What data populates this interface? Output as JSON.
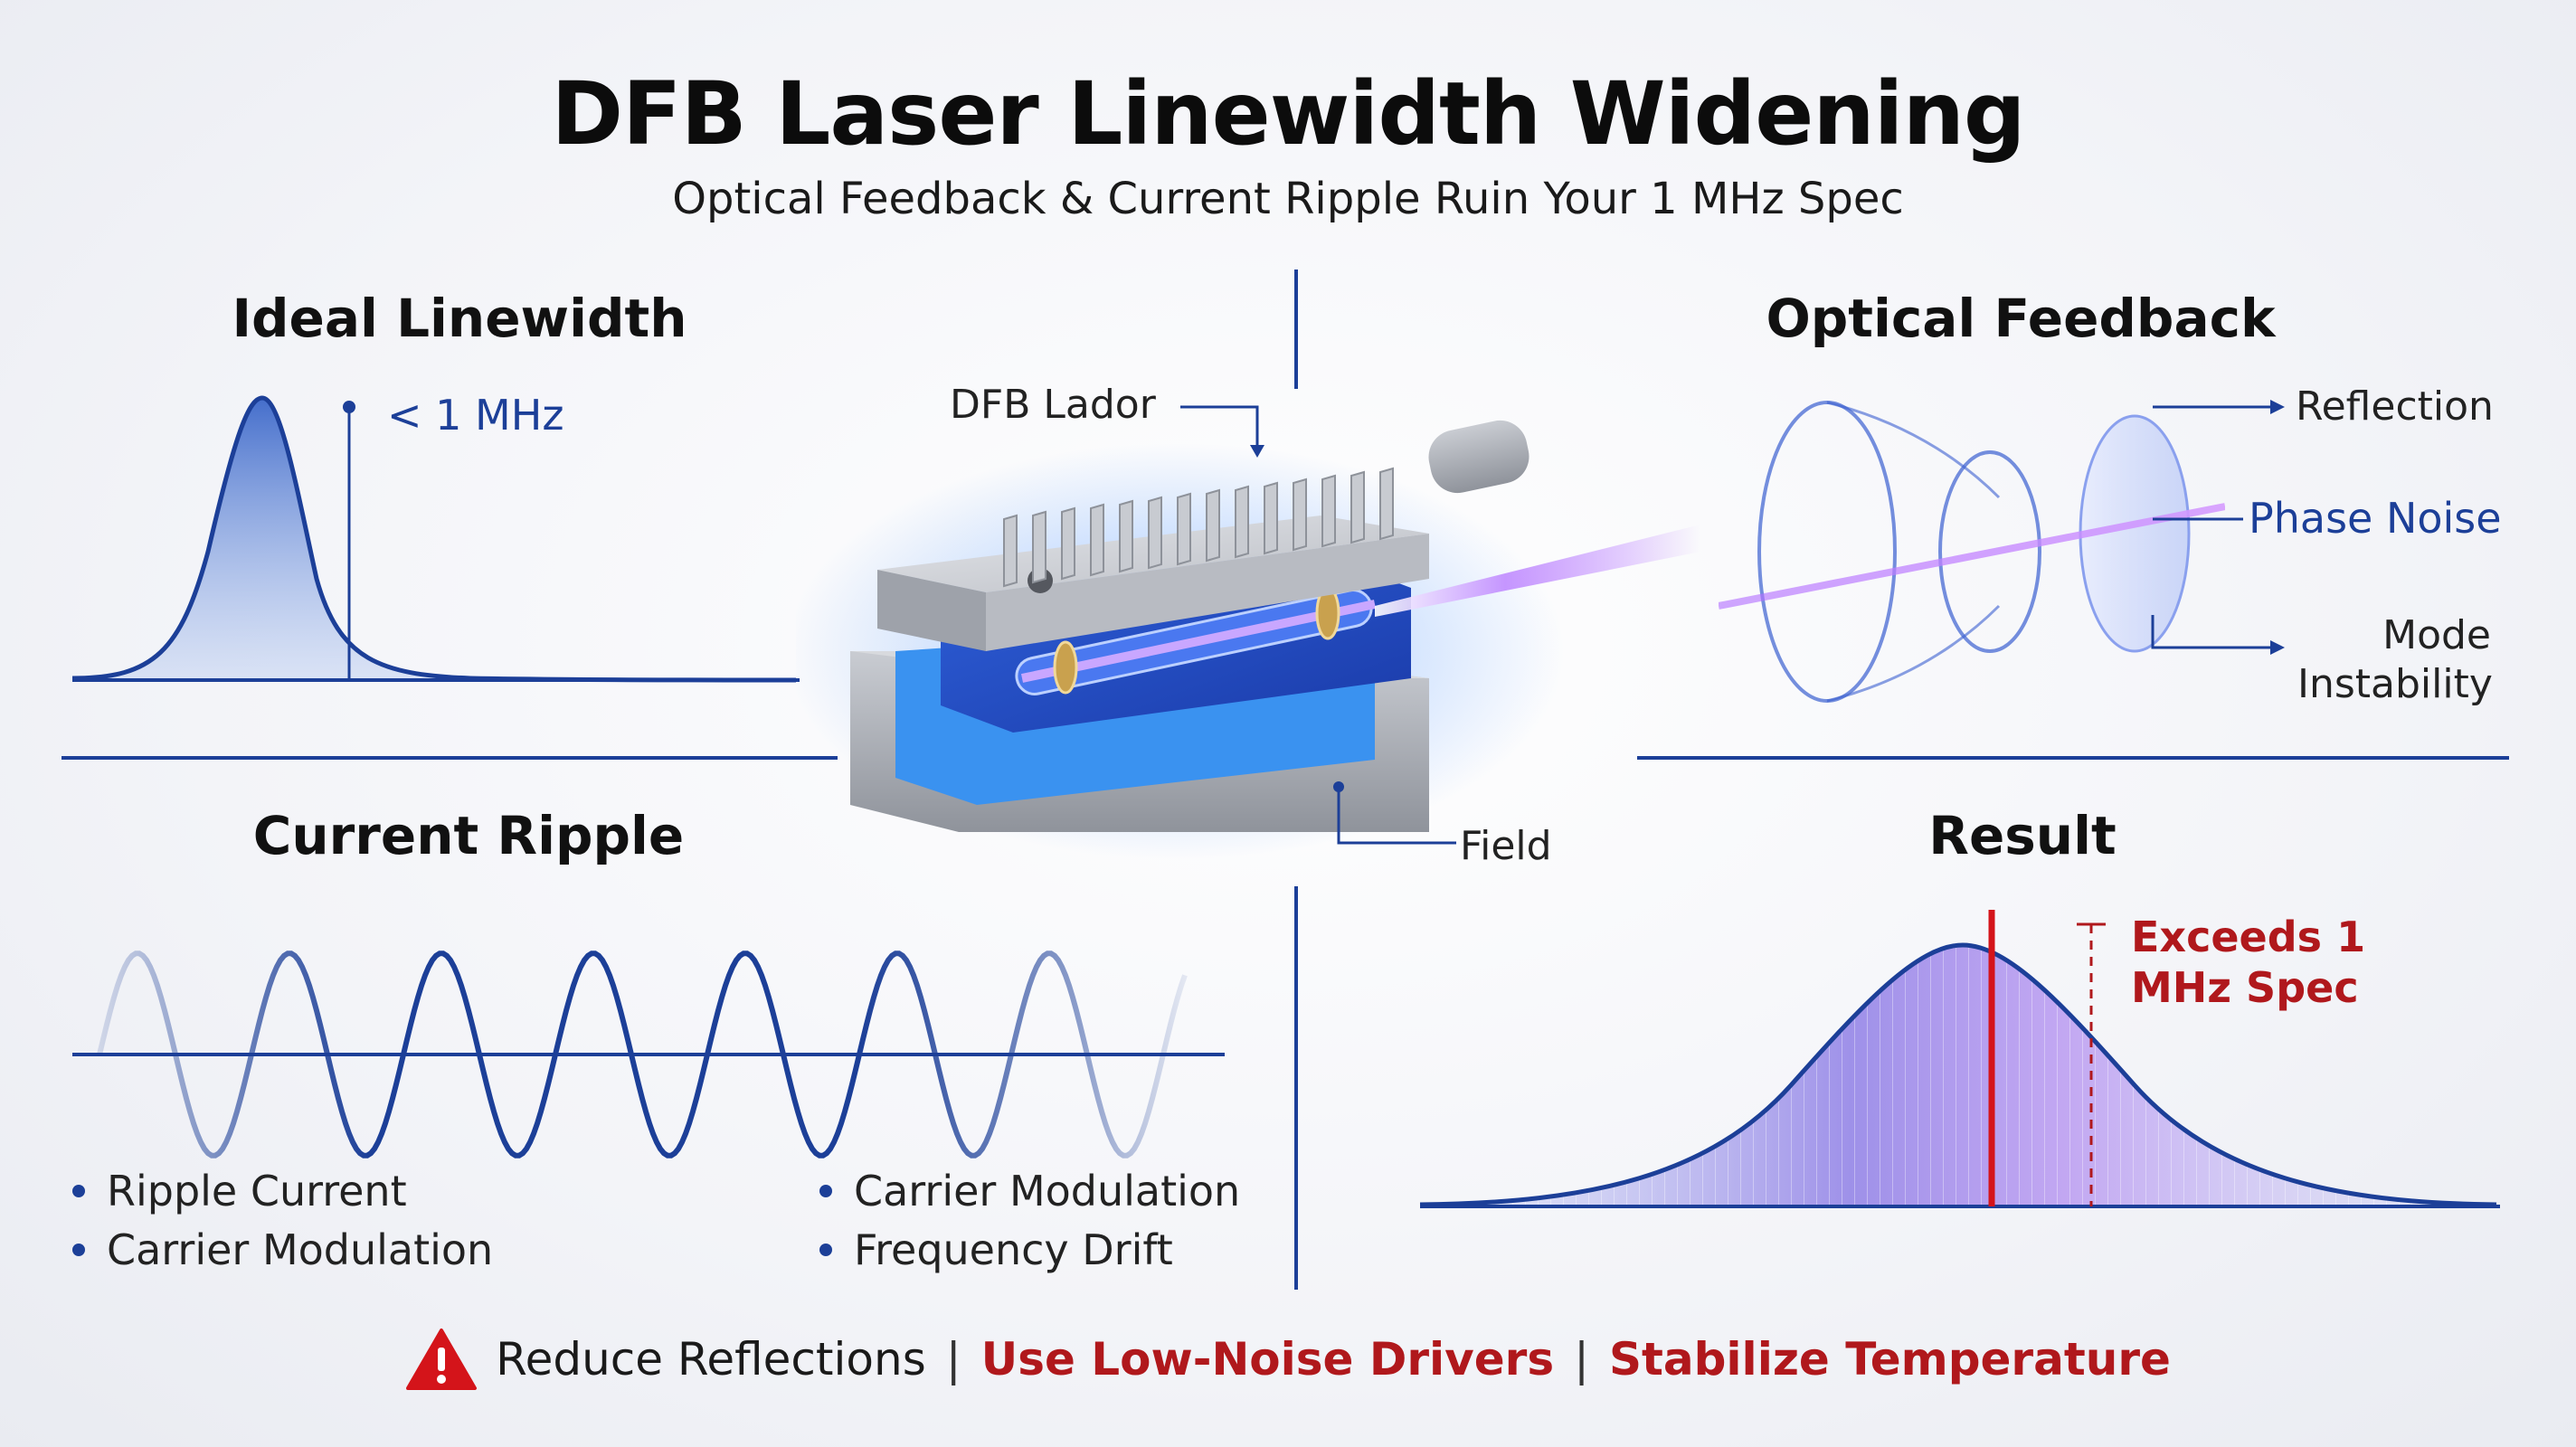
{
  "title": "DFB Laser Linewidth Widening",
  "subtitle": "Optical Feedback & Current Ripple Ruin Your 1 MHz Spec",
  "ideal": {
    "heading": "Ideal Linewidth",
    "marker_label": "< 1 MHz"
  },
  "ripple": {
    "heading": "Current Ripple",
    "bullets_left": [
      "Ripple Current",
      "Carrier Modulation"
    ],
    "bullets_right": [
      "Carrier Modulation",
      "Frequency Drift"
    ]
  },
  "device": {
    "label": "DFB Lador",
    "field_label": "Field"
  },
  "feedback": {
    "heading": "Optical Feedback",
    "reflection": "Reflection",
    "phase_noise": "Phase Noise",
    "mode_instability_line1": "Mode",
    "mode_instability_line2": "Instability"
  },
  "result": {
    "heading": "Result",
    "exceeds_line1": "Exceeds 1",
    "exceeds_line2": "MHz Spec"
  },
  "footer": {
    "item1": "Reduce Reflections",
    "item2": "Use Low-Noise Drivers",
    "item3": "Stabilize Temperature",
    "separator": "|"
  },
  "colors": {
    "primary_blue": "#1c3f98",
    "alert_red": "#b0181c",
    "beam_violet": "#b06cff"
  },
  "icons": {
    "warning": "warning-triangle-icon"
  }
}
